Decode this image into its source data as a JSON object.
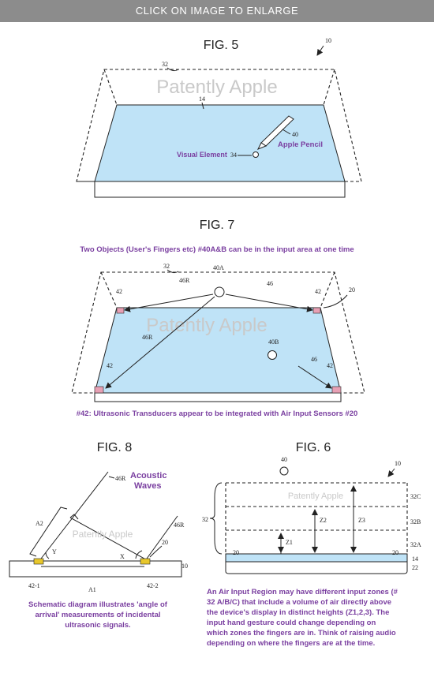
{
  "banner": "CLICK ON IMAGE TO ENLARGE",
  "watermark": "Patently Apple",
  "fig5": {
    "title": "FIG. 5",
    "ref_10": "10",
    "ref_32": "32",
    "ref_14": "14",
    "ref_40": "40",
    "ref_34": "34",
    "apple_pencil": "Apple Pencil",
    "visual_element": "Visual Element"
  },
  "fig7": {
    "title": "FIG. 7",
    "caption_top": "Two Objects (User's Fingers etc) #40A&B can be in the input area at one time",
    "ref_32": "32",
    "ref_40A": "40A",
    "ref_40B": "40B",
    "ref_46R": "46R",
    "ref_46": "46",
    "ref_42": "42",
    "ref_20": "20",
    "caption_bottom": "#42: Ultrasonic Transducers appear to be integrated with Air Input Sensors #20"
  },
  "fig8": {
    "title": "FIG. 8",
    "acoustic_line1": "Acoustic",
    "acoustic_line2": "Waves",
    "ref_46R": "46R",
    "ref_A2": "A2",
    "ref_Y": "Y",
    "ref_X": "X",
    "ref_20": "20",
    "ref_10": "10",
    "ref_42_1": "42-1",
    "ref_A1": "A1",
    "ref_42_2": "42-2",
    "caption": [
      "Schematic diagram illustrates 'angle of",
      "arrival' measurements of incidental",
      "ultrasonic signals."
    ]
  },
  "fig6": {
    "title": "FIG. 6",
    "ref_40": "40",
    "ref_10": "10",
    "ref_32": "32",
    "ref_32C": "32C",
    "ref_32B": "32B",
    "ref_32A": "32A",
    "ref_14": "14",
    "ref_22": "22",
    "ref_20": "20",
    "ref_Z1": "Z1",
    "ref_Z2": "Z2",
    "ref_Z3": "Z3",
    "caption": [
      "An Air Input Region may have different input zones (#",
      "32 A/B/C) that include a volume of air directly above",
      "the device's display in distinct heights (Z1,2,3). The",
      "input hand gesture could change depending on",
      "which zones the fingers are in. Think of raising audio",
      "depending on where the fingers are at the time."
    ]
  },
  "colors": {
    "display": "#bfe3f7",
    "display_edge": "#222222",
    "transducer": "#e7a0b4",
    "sensor": "#e8c72c",
    "accent": "#7a3fa0"
  }
}
